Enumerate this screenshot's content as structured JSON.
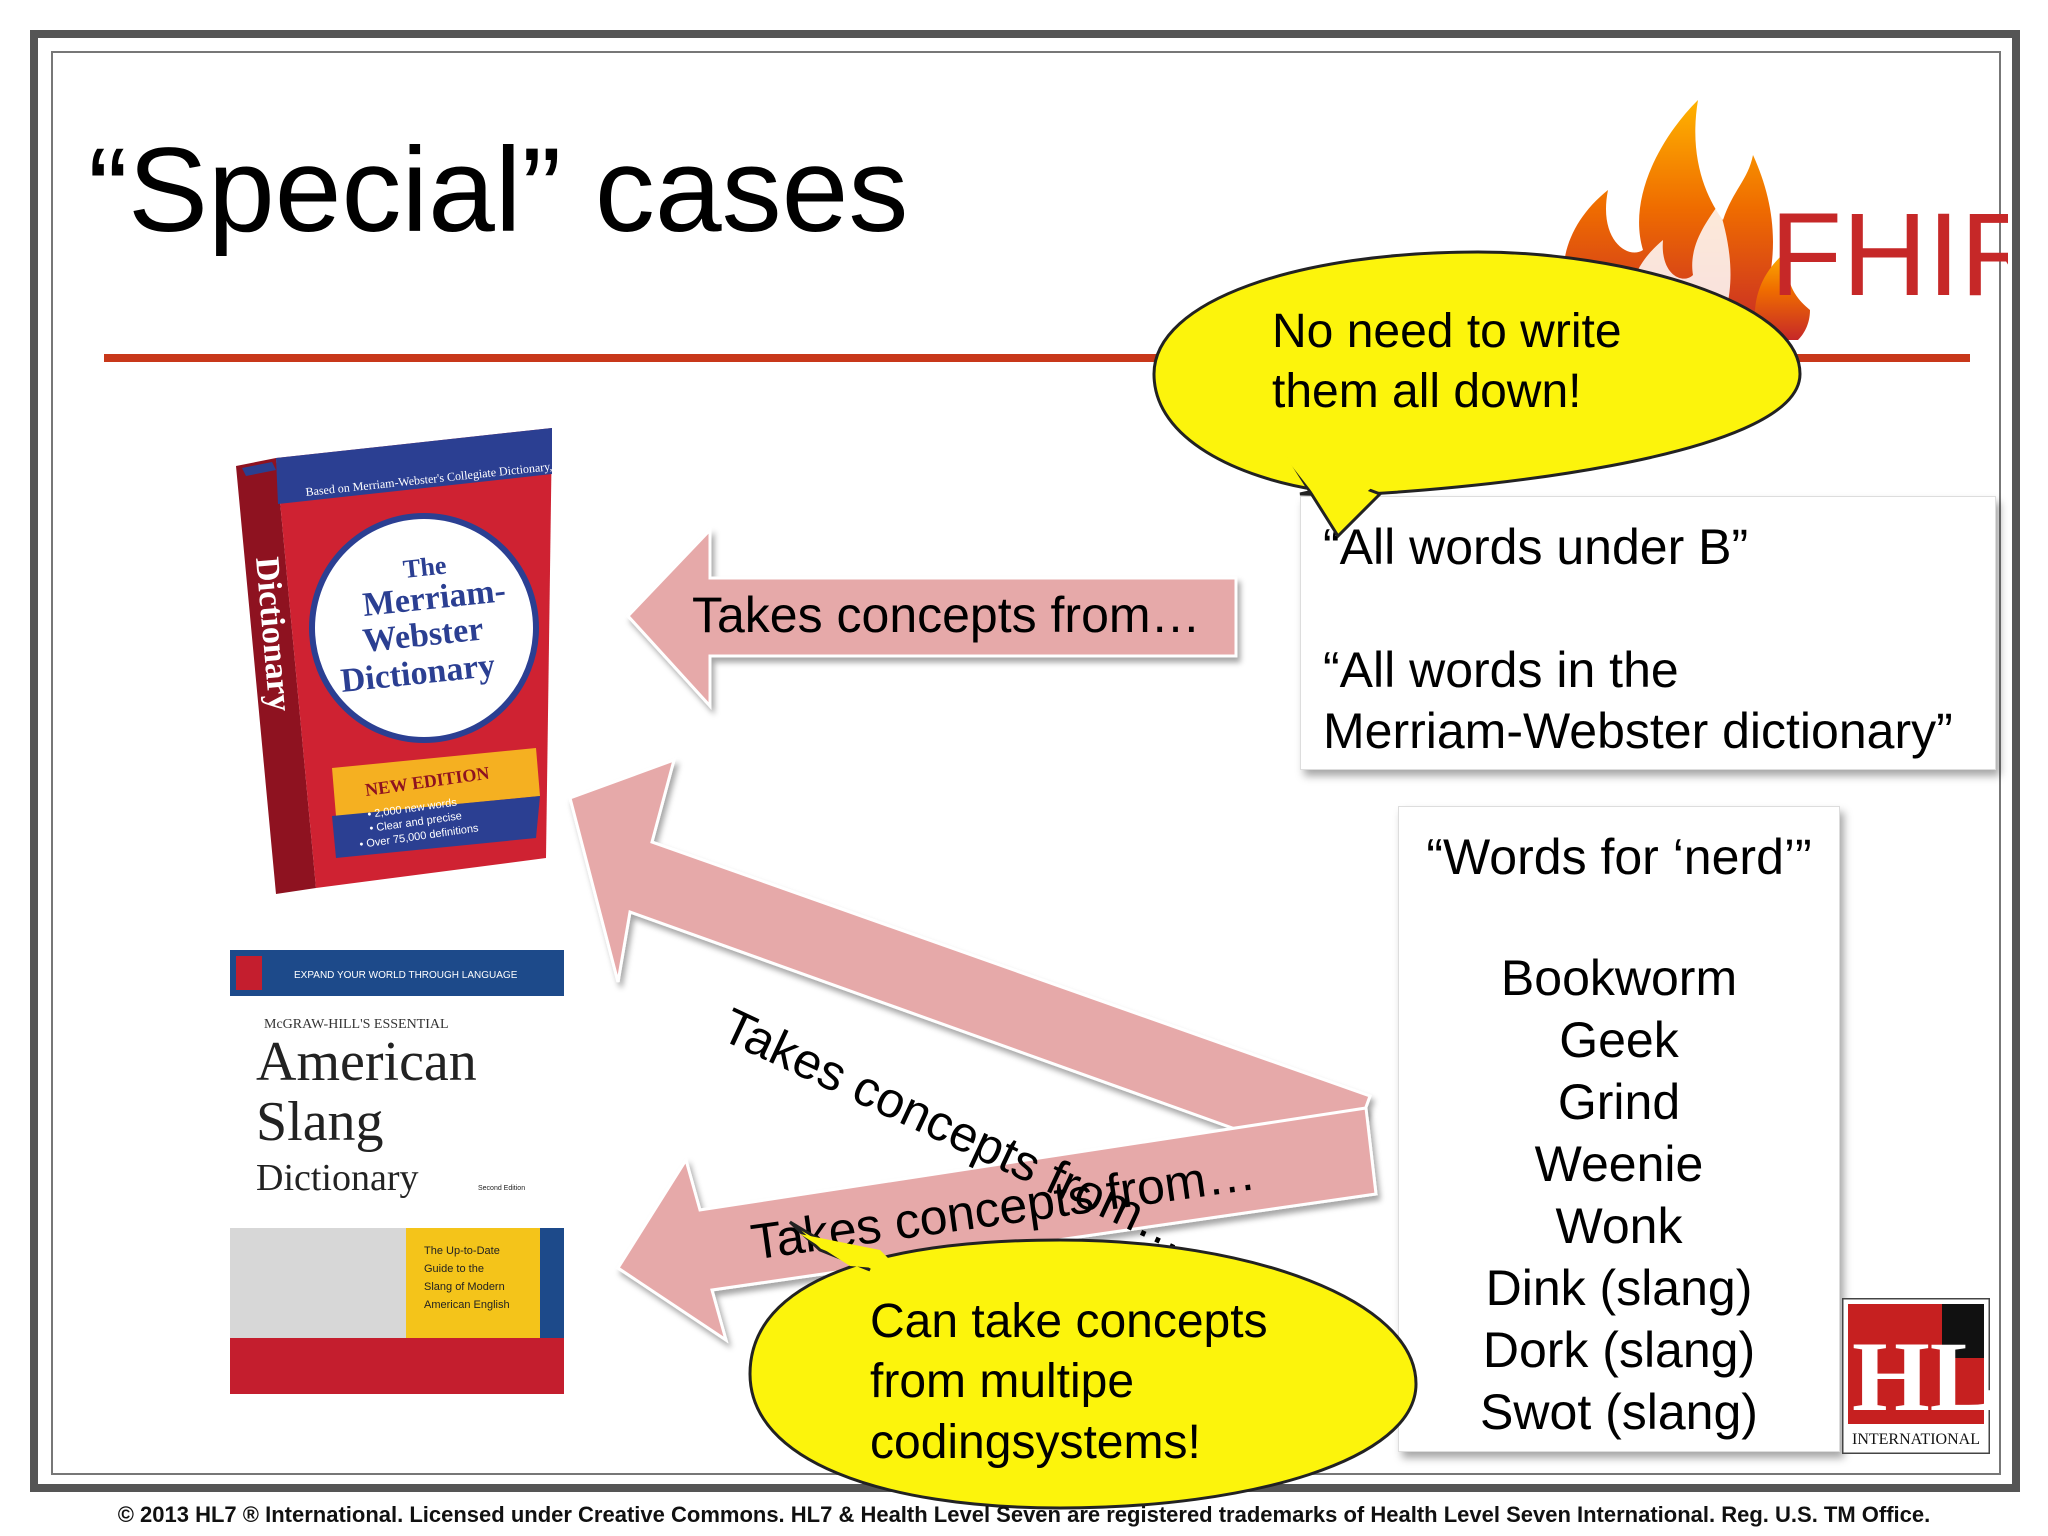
{
  "slide": {
    "title": "“Special” cases",
    "fhir_logo_text": "FHIR",
    "hl7_logo_text": "HL7",
    "hl7_logo_subtext": "INTERNATIONAL"
  },
  "books": {
    "merriam": {
      "cover_top": "Based on Merriam-Webster's Collegiate Dictionary, Eleventh Edition",
      "title_line1": "The",
      "title_line2": "Merriam-",
      "title_line3": "Webster",
      "title_line4": "Dictionary",
      "spine": "Dictionary",
      "badge": "NEW EDITION",
      "bullets": [
        "• 2,000 new words",
        "• Clear and precise",
        "• Over 75,000 definitions"
      ]
    },
    "slang": {
      "band_text": "EXPAND YOUR WORLD THROUGH LANGUAGE",
      "publisher": "McGRAW-HILL'S ESSENTIAL",
      "line1": "American",
      "line2": "Slang",
      "line3": "Dictionary",
      "edition": "Second Edition",
      "sub1": "The Up-to-Date",
      "sub2": "Guide to the",
      "sub3": "Slang of Modern",
      "sub4": "American English"
    }
  },
  "box_top": {
    "line1": "“All words under B”",
    "line2": "“All words in the",
    "line3": "Merriam-Webster dictionary”"
  },
  "box_nerd": {
    "heading": "“Words for ‘nerd’”",
    "words": [
      "Bookworm",
      "Geek",
      "Grind",
      "Weenie",
      "Wonk",
      "Dink (slang)",
      "Dork (slang)",
      "Swot (slang)"
    ]
  },
  "arrows": {
    "label_1": "Takes concepts from…",
    "label_2": "Takes concepts from…",
    "label_3": "Takes concepts from…"
  },
  "bubbles": {
    "top_line1": "No need to write",
    "top_line2": "them all down!",
    "bottom_line1": "Can take concepts",
    "bottom_line2": "from multipe",
    "bottom_line3": "codingsystems!"
  },
  "footer": "© 2013 HL7 ® International. Licensed under Creative Commons. HL7 & Health Level Seven are registered trademarks of Health Level Seven International. Reg. U.S. TM Office.",
  "colors": {
    "rule": "#c8381a",
    "arrow_fill": "#e6a9a9",
    "bubble_fill": "#fcf40c",
    "fhir_red": "#c62828",
    "hl7_red": "#c62020"
  }
}
